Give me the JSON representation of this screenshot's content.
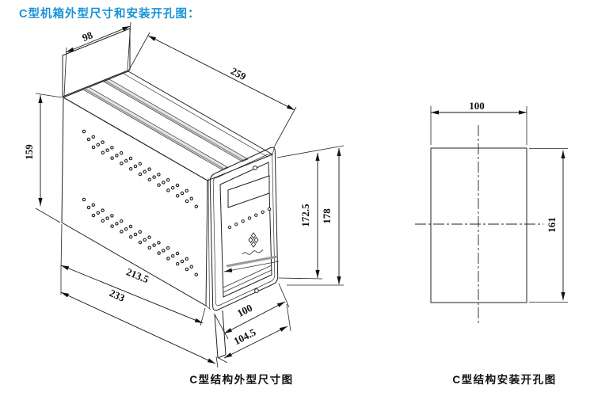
{
  "title": "C型机箱外型尺寸和安装开孔图：",
  "colors": {
    "title_blue": "#1a93d6",
    "line_dark": "#222222"
  },
  "outline_figure": {
    "caption": "C型结构外型尺寸图",
    "dims": {
      "back_width": "98",
      "depth": "259",
      "back_height": "159",
      "panel_window_height": "172.5",
      "panel_height": "178",
      "body_depth": "213.5",
      "overall_depth": "233",
      "panel_width": "100",
      "overall_width": "104.5"
    }
  },
  "cutout_figure": {
    "caption": "C型结构安装开孔图",
    "dims": {
      "cutout_width": "100",
      "cutout_height": "161"
    }
  }
}
